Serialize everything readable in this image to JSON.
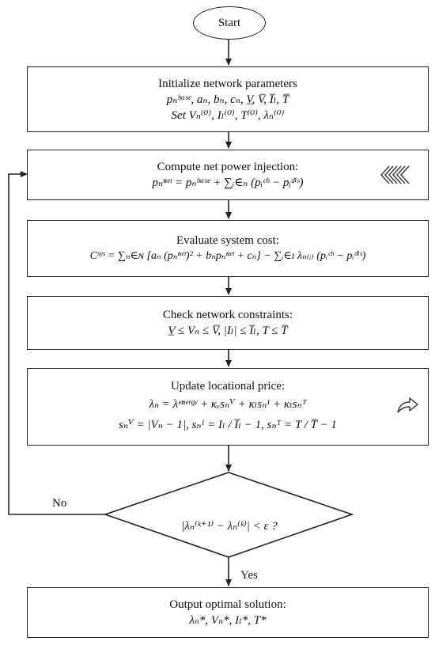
{
  "start": {
    "label": "Start"
  },
  "init": {
    "title": "Initialize network parameters",
    "line1": "pₙᵇᵃˢᵉ, aₙ, bₙ, cₙ, V̲, V̅, I̅ₗ, T̅",
    "line2": "Set Vₙ⁽⁰⁾, Iₗ⁽⁰⁾, T⁽⁰⁾, λₙ⁽⁰⁾"
  },
  "injection": {
    "title": "Compute net power injection:",
    "equation": "pₙⁿᵉᵗ  =  pₙᵇᵃˢᵉ + ∑ᵢ∈ₙ (pᵢᶜʰ − pᵢᵈⁱˢ)"
  },
  "cost": {
    "title": "Evaluate system cost:",
    "equation": "Cˢʸˢ = ∑ₙ∈ɴ [aₙ (pₙⁿᵉᵗ)² + bₙpₙⁿᵉᵗ + cₙ] − ∑ᵢ∈ɪ λₙ₍ᵢ₎ (pᵢᶜʰ − pᵢᵈⁱˢ)"
  },
  "constraints": {
    "title": "Check network constraints:",
    "equation": "V̲  ≤  Vₙ  ≤  V̅,      |Iₗ|  ≤  I̅ₗ,      T  ≤  T̅"
  },
  "price": {
    "title": "Update locational price:",
    "line1": "λₙ  =  λᵉⁿᵉʳᵍʸ + κᵥsₙⱽ + κₗsₙᴵ + κₜsₙᵀ",
    "line2": "sₙⱽ = |Vₙ − 1|,     sₙᴵ = Iₗ / I̅ₗ − 1,     sₙᵀ = T / T̅ − 1"
  },
  "decision": {
    "condition": "|λₙ⁽ᵏ⁺¹⁾ − λₙ⁽ᵏ⁾| < ε ?",
    "no_label": "No",
    "yes_label": "Yes"
  },
  "output": {
    "title": "Output optimal solution:",
    "line1": "λₙ*, Vₙ*, Iₗ*, T*"
  },
  "icons": [
    "chevrons-left-icon",
    "curved-arrow-right-icon"
  ]
}
